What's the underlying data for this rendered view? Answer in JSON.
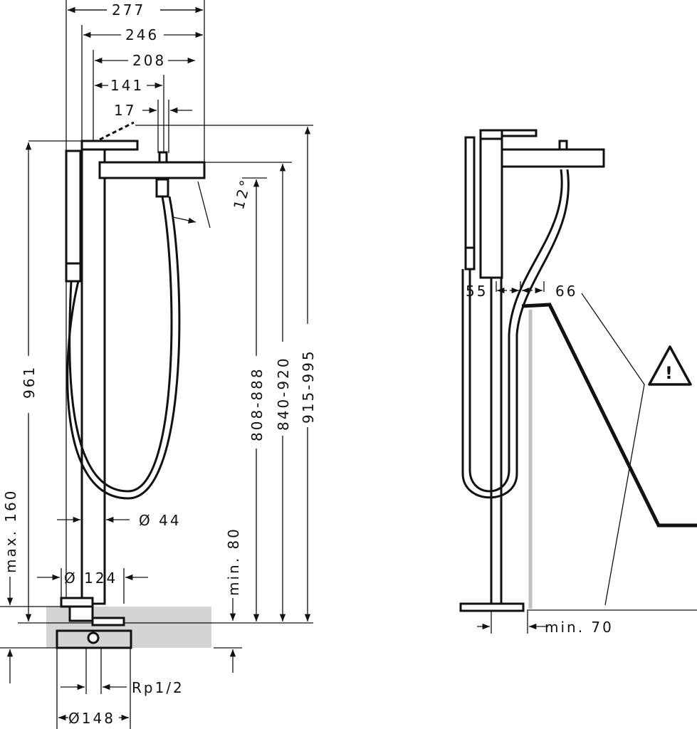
{
  "left_view": {
    "width_total": "277",
    "width_246": "246",
    "width_208": "208",
    "width_141": "141",
    "width_17": "17",
    "spout_angle": "12°",
    "height_961": "961",
    "height_808_888": "808-888",
    "height_840_920": "840-920",
    "height_915_995": "915-995",
    "max_160": "max. 160",
    "column_diameter": "Ø 44",
    "rosette_diameter": "Ø 124",
    "min_80": "min. 80",
    "connection_thread": "Rp1/2",
    "base_diameter": "Ø148"
  },
  "right_view": {
    "gap_55": "55",
    "gap_66": "66",
    "min_70": "min. 70",
    "warning_symbol": "!"
  }
}
